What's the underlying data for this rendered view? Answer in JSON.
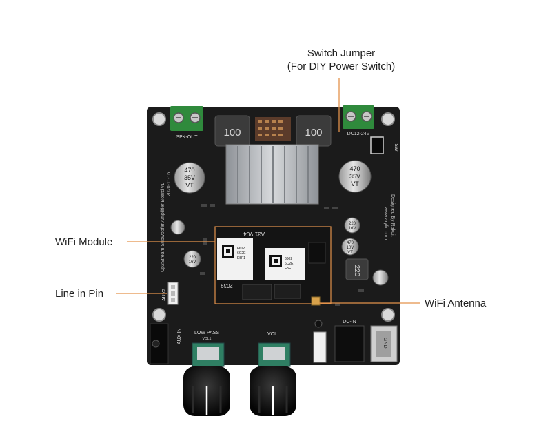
{
  "callouts": {
    "switch_jumper_line1": "Switch Jumper",
    "switch_jumper_line2": "(For DIY Power Switch)",
    "wifi_module": "WiFi Module",
    "line_in_pin": "Line in Pin",
    "wifi_antenna": "WiFi Antenna"
  },
  "board": {
    "spk_out": "SPK-OUT",
    "dc_in_label": "DC12-24V",
    "sw": "SW",
    "inductor_left": "100",
    "inductor_right": "100",
    "cap_big": "470",
    "cap_big_v": "35V",
    "cap_big_vt": "VT",
    "title_vertical": "Up2Stream Subwoofer Amplifier Board v1",
    "date_vertical": "2020-11-16",
    "designed_vertical": "Designed By Rakoit",
    "url_vertical": "www.arylic.com",
    "module_name": "A31 V04",
    "qr_text1": "6602",
    "qr_text2": "6C2E",
    "qr_text3": "E5F1",
    "module_num": "2039",
    "cap_mid": "220",
    "cap_mid_v": "16V",
    "cap_small": "470",
    "cap_small_v": "10V",
    "cap_small_vt": "VT",
    "inductor_small": "220",
    "aux2": "AUX2",
    "aux_in": "AUX IN",
    "low_pass": "LOW PASS",
    "vol1": "VOL1",
    "vol": "VOL",
    "dc_in": "DC-IN",
    "gnd": "GND"
  },
  "colors": {
    "pcb": "#1b1b1b",
    "accent_line": "#e3924b",
    "terminal_green": "#2f8a3c",
    "heatsink": "#b9bcc0"
  }
}
